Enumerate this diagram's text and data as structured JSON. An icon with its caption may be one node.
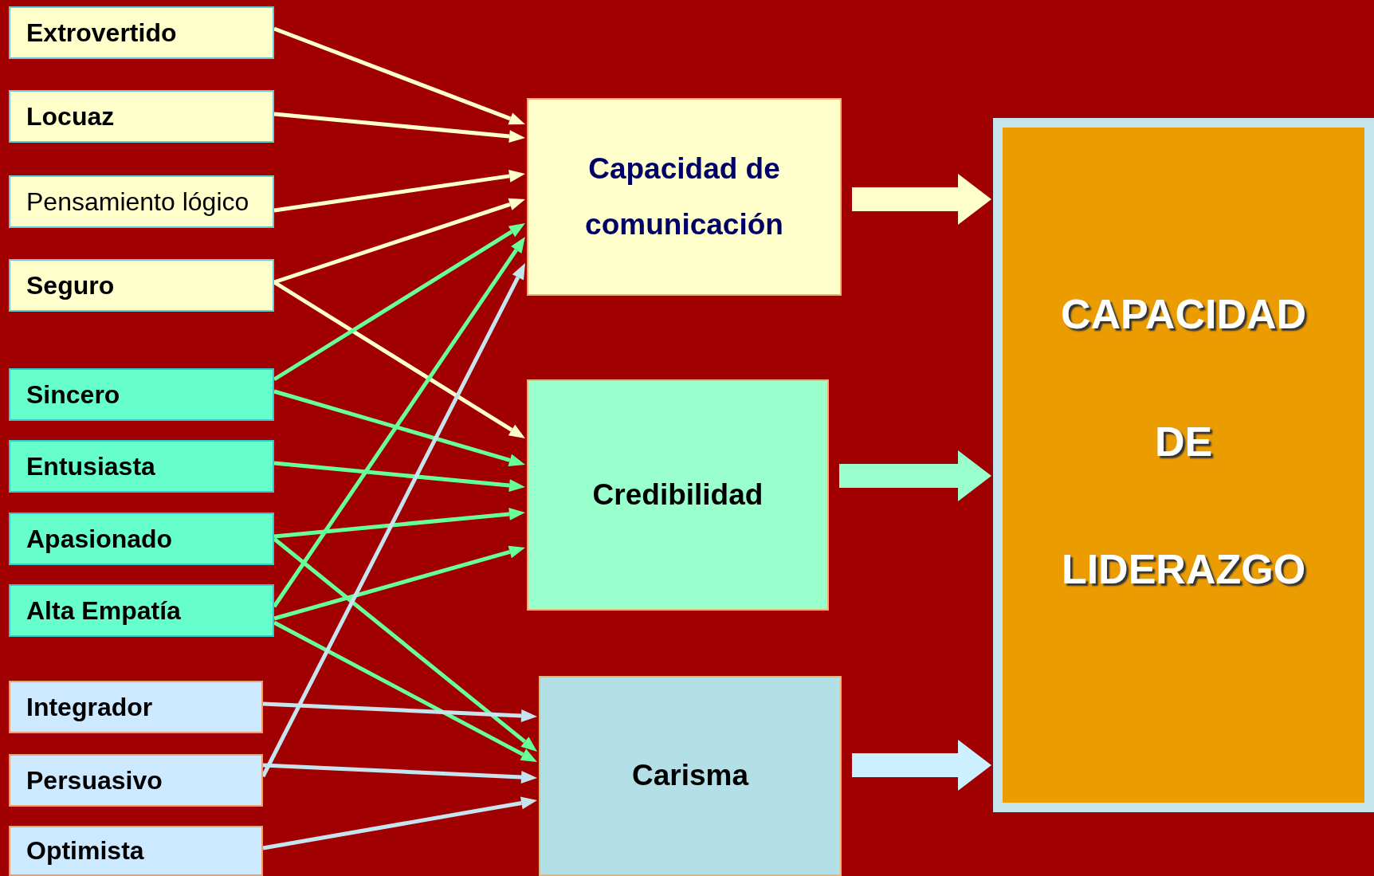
{
  "diagram": {
    "nodes": [
      {
        "text": [
          "Extrovertido"
        ]
      },
      {
        "text": [
          "Locuaz"
        ]
      },
      {
        "text": [
          "Pensamiento lógico"
        ]
      },
      {
        "text": [
          "Seguro"
        ]
      },
      {
        "text": [
          "Sincero"
        ]
      },
      {
        "text": [
          "Entusiasta"
        ]
      },
      {
        "text": [
          "Apasionado"
        ]
      },
      {
        "text": [
          "Alta Empatía"
        ]
      },
      {
        "text": [
          "Integrador"
        ]
      },
      {
        "text": [
          "Persuasivo"
        ]
      },
      {
        "text": [
          "Optimista"
        ]
      },
      {
        "text": [
          "Capacidad  de comunicación"
        ]
      },
      {
        "text": [
          "Credibilidad"
        ]
      },
      {
        "text": [
          "Carisma"
        ]
      },
      {
        "text": [
          "CAPACIDAD DE LIDERAZGO"
        ]
      }
    ],
    "edges": [
      {
        "from": 0,
        "to": 11,
        "arrow": "to",
        "color": "#ffffcc"
      },
      {
        "from": 1,
        "to": 11,
        "arrow": "to",
        "color": "#ffffcc"
      },
      {
        "from": 2,
        "to": 11,
        "arrow": "to",
        "color": "#ffffcc"
      },
      {
        "from": 3,
        "to": 11,
        "arrow": "to",
        "color": "#ffffcc"
      },
      {
        "from": 3,
        "to": 12,
        "arrow": "to",
        "color": "#ffffcc"
      },
      {
        "from": 4,
        "to": 11,
        "arrow": "to"
      },
      {
        "from": 4,
        "to": 12,
        "arrow": "to"
      },
      {
        "from": 5,
        "to": 12,
        "arrow": "to"
      },
      {
        "from": 6,
        "to": 12,
        "arrow": "to"
      },
      {
        "from": 6,
        "to": 13,
        "arrow": "to"
      },
      {
        "from": 7,
        "to": 11,
        "arrow": "to"
      },
      {
        "from": 7,
        "to": 12,
        "arrow": "to"
      },
      {
        "from": 7,
        "to": 13,
        "arrow": "to"
      },
      {
        "from": 8,
        "to": 13,
        "arrow": "to",
        "color": "#c6e4ee"
      },
      {
        "from": 9,
        "to": 11,
        "arrow": "to",
        "color": "#c6e4ee"
      },
      {
        "from": 9,
        "to": 13,
        "arrow": "to",
        "color": "#c6e4ee"
      },
      {
        "from": 10,
        "to": 13,
        "arrow": "to",
        "color": "#c6e4ee"
      },
      {
        "from": 11,
        "to": 14,
        "arrow": "to",
        "style": "thick",
        "color": "#ffffcc"
      },
      {
        "from": 12,
        "to": 14,
        "arrow": "to",
        "style": "thick",
        "color": "#99ffcc"
      },
      {
        "from": 13,
        "to": 14,
        "arrow": "to",
        "style": "thick",
        "color": "#ccf0ff"
      }
    ]
  }
}
